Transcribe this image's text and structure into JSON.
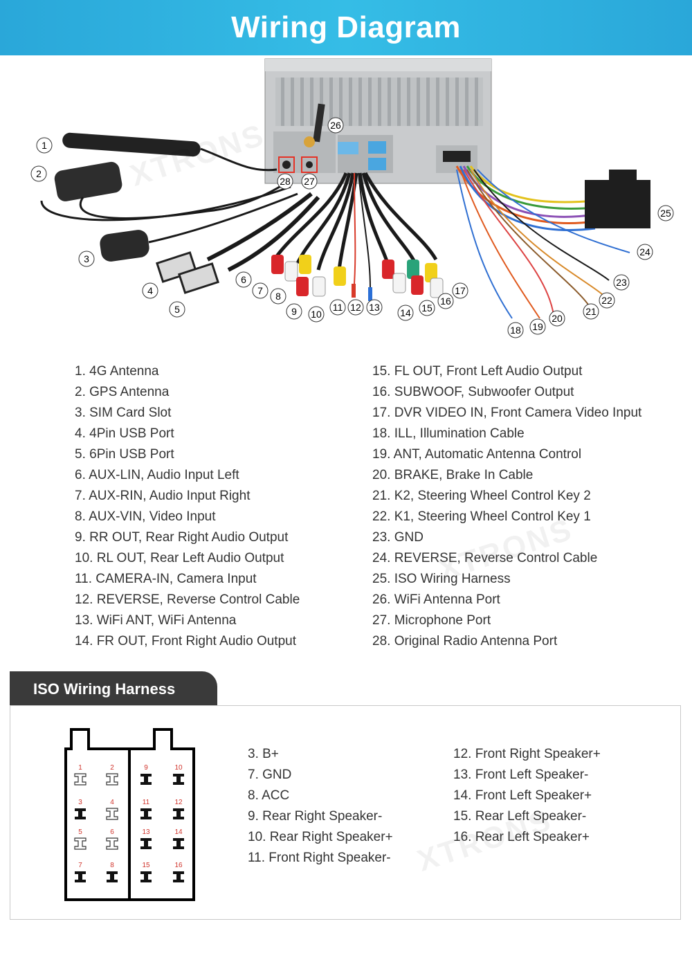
{
  "header": {
    "title": "Wiring Diagram"
  },
  "watermark": "XTRONS",
  "callouts": [
    "1",
    "2",
    "3",
    "4",
    "5",
    "6",
    "7",
    "8",
    "9",
    "10",
    "11",
    "12",
    "13",
    "14",
    "15",
    "16",
    "17",
    "18",
    "19",
    "20",
    "21",
    "22",
    "23",
    "24",
    "25",
    "26",
    "27",
    "28"
  ],
  "legend_left": [
    "1. 4G Antenna",
    "2. GPS Antenna",
    "3. SIM Card Slot",
    "4. 4Pin USB Port",
    "5. 6Pin USB Port",
    "6. AUX-LIN, Audio Input Left",
    "7. AUX-RIN, Audio Input Right",
    "8. AUX-VIN, Video Input",
    "9. RR OUT, Rear Right Audio Output",
    "10. RL OUT, Rear Left Audio Output",
    "11. CAMERA-IN, Camera Input",
    "12. REVERSE, Reverse Control Cable",
    "13. WiFi ANT, WiFi Antenna",
    "14. FR OUT, Front Right Audio Output"
  ],
  "legend_right": [
    "15. FL OUT, Front Left Audio Output",
    "16. SUBWOOF, Subwoofer Output",
    "17. DVR VIDEO IN, Front Camera Video Input",
    "18. ILL, Illumination Cable",
    "19. ANT, Automatic Antenna Control",
    "20. BRAKE, Brake In Cable",
    "21. K2, Steering Wheel Control Key 2",
    "22. K1, Steering Wheel Control Key 1",
    "23. GND",
    "24. REVERSE, Reverse Control Cable",
    "25. ISO Wiring Harness",
    "26. WiFi Antenna Port",
    "27. Microphone Port",
    "28. Original Radio Antenna Port"
  ],
  "iso": {
    "title": "ISO Wiring Harness",
    "pin_numbers": [
      "1",
      "2",
      "3",
      "4",
      "5",
      "6",
      "7",
      "8",
      "9",
      "10",
      "11",
      "12",
      "13",
      "14",
      "15",
      "16"
    ],
    "pins_left": [
      "3. B+",
      "7. GND",
      "8. ACC",
      "9. Rear Right Speaker-",
      "10. Rear Right Speaker+",
      "11. Front Right Speaker-"
    ],
    "pins_right": [
      "12. Front Right Speaker+",
      "13. Front Left Speaker-",
      "14. Front Left Speaker+",
      "15. Rear Left Speaker-",
      "16. Rear Left Speaker+"
    ]
  },
  "colors": {
    "banner": "#2aa7d9",
    "tab": "#3a3a3a",
    "pin_number": "#d0342c",
    "callout_border": "#333333"
  }
}
